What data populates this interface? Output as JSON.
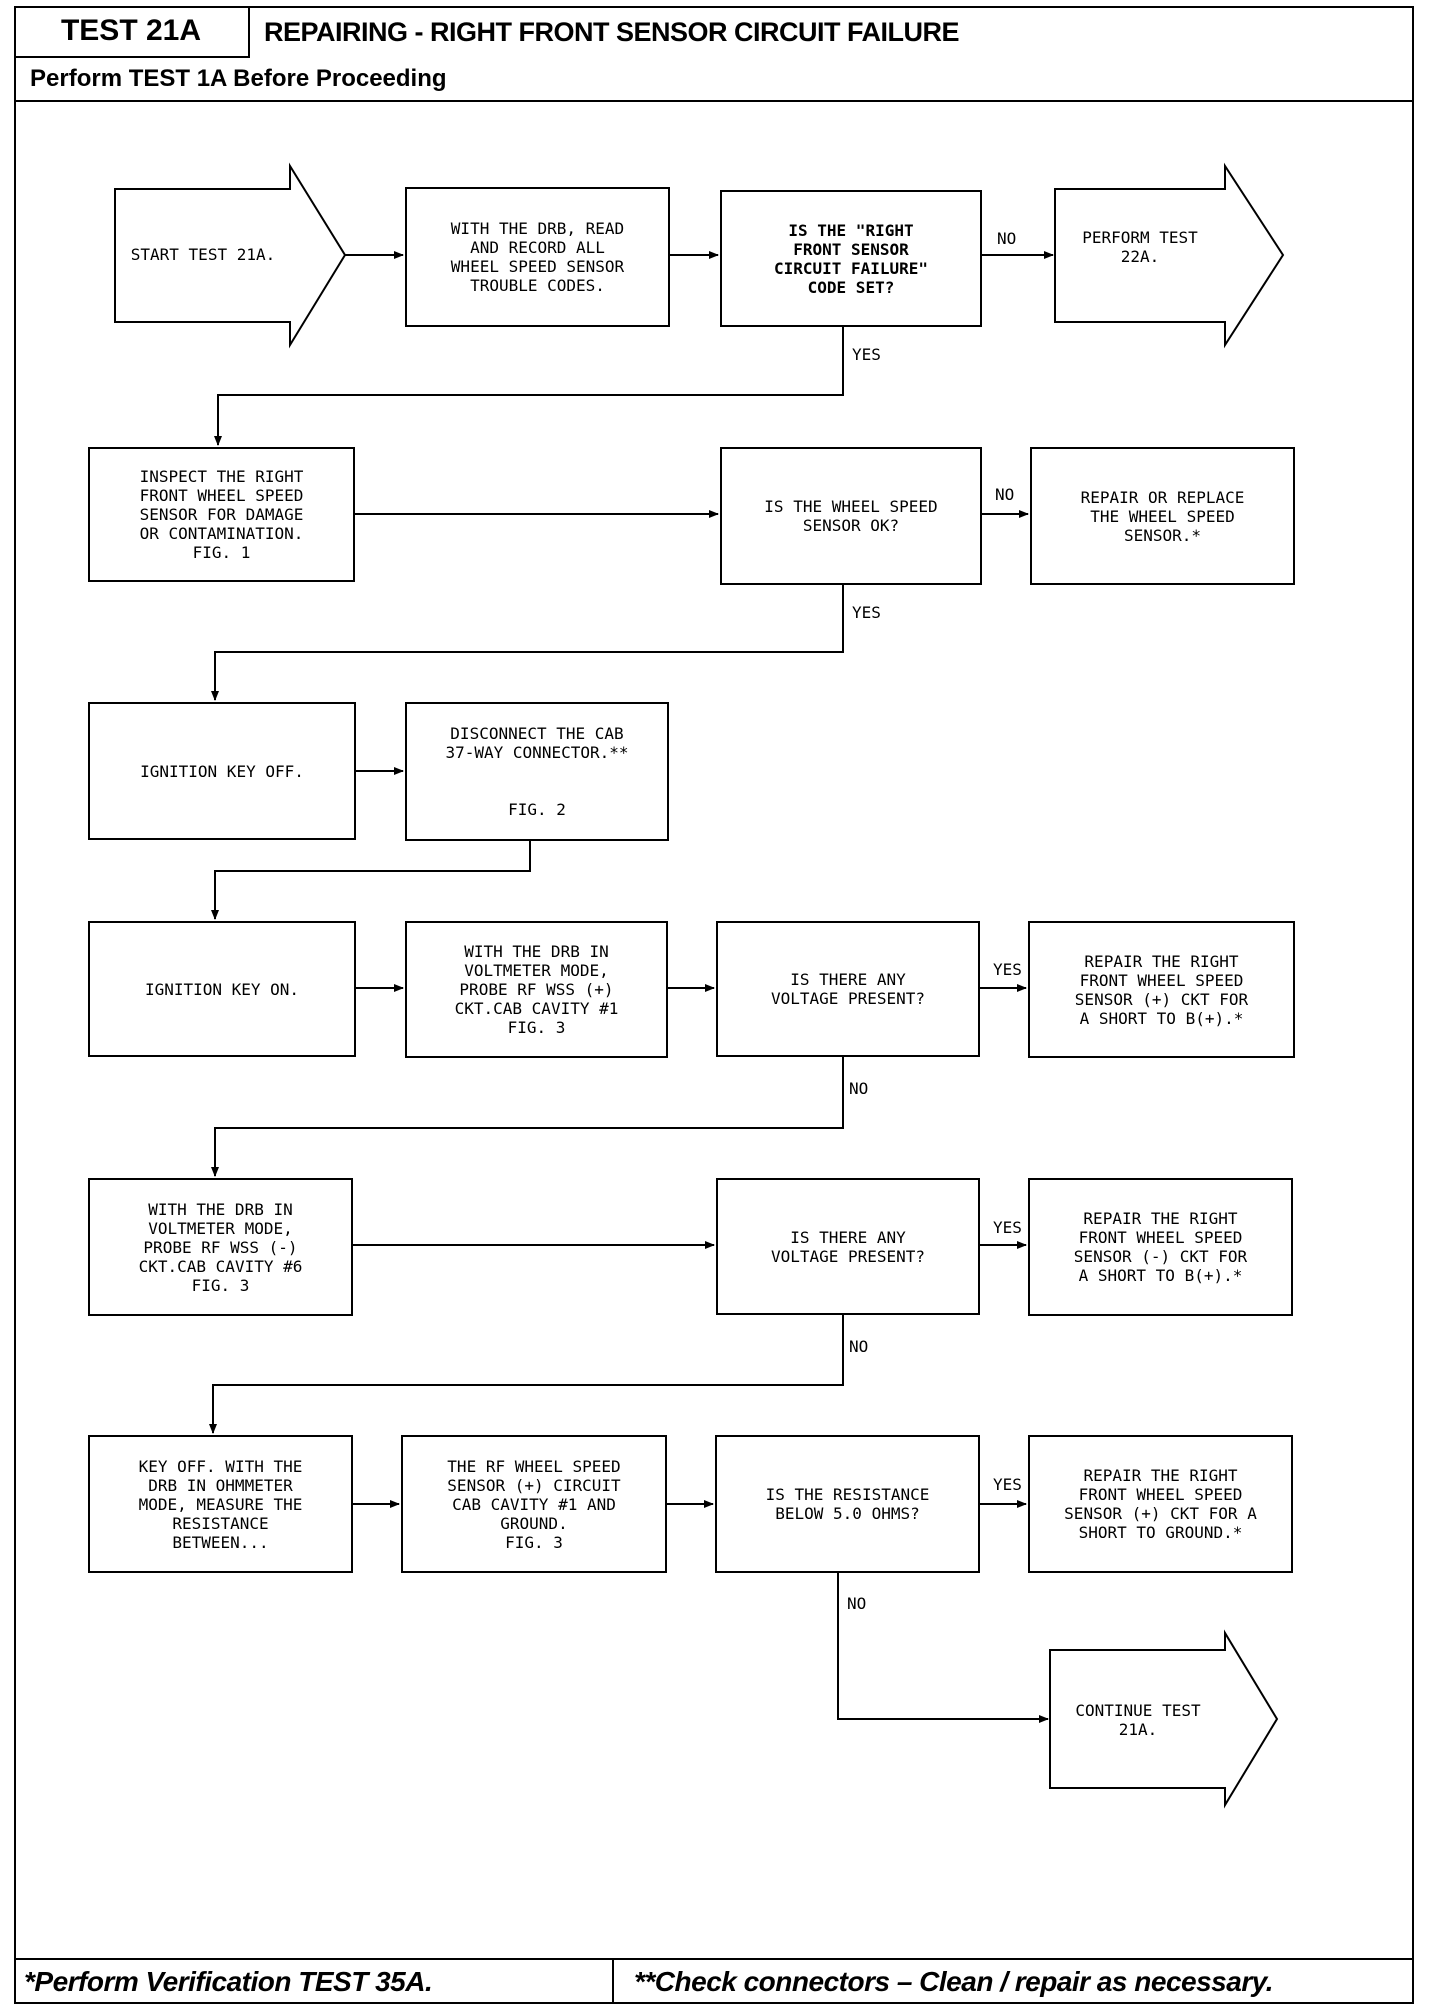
{
  "header": {
    "test_id": "TEST 21A",
    "title": "REPAIRING - RIGHT FRONT SENSOR CIRCUIT FAILURE",
    "prerequisite": "Perform TEST 1A Before Proceeding"
  },
  "flowchart": {
    "start": "START TEST 21A.",
    "read_codes": "WITH THE DRB, READ\nAND RECORD ALL\nWHEEL SPEED SENSOR\nTROUBLE CODES.",
    "q_code_set": "IS THE \"RIGHT\nFRONT SENSOR\nCIRCUIT FAILURE\"\nCODE SET?",
    "perform_22a": "PERFORM TEST\n22A.",
    "inspect_sensor": "INSPECT THE RIGHT\nFRONT WHEEL SPEED\nSENSOR FOR DAMAGE\nOR CONTAMINATION.\nFIG. 1",
    "q_sensor_ok": "IS THE WHEEL SPEED\nSENSOR OK?",
    "repair_sensor": "REPAIR OR REPLACE\nTHE WHEEL SPEED\nSENSOR.*",
    "ignition_off": "IGNITION KEY OFF.",
    "disconnect_cab": "DISCONNECT THE CAB\n37-WAY CONNECTOR.**\n\n\nFIG. 2",
    "ignition_on": "IGNITION KEY ON.",
    "probe_plus": "WITH THE DRB IN\nVOLTMETER MODE,\nPROBE RF WSS (+)\nCKT.CAB CAVITY #1\nFIG. 3",
    "q_voltage_1": "IS THERE ANY\nVOLTAGE PRESENT?",
    "repair_plus_b": "REPAIR THE RIGHT\nFRONT WHEEL SPEED\nSENSOR (+) CKT FOR\nA SHORT TO B(+).*",
    "probe_minus": "WITH THE DRB IN\nVOLTMETER MODE,\nPROBE RF WSS (-)\nCKT.CAB CAVITY #6\nFIG. 3",
    "q_voltage_2": "IS THERE ANY\nVOLTAGE PRESENT?",
    "repair_minus_b": "REPAIR THE RIGHT\nFRONT WHEEL SPEED\nSENSOR (-) CKT FOR\nA SHORT TO B(+).*",
    "ohmmeter": "KEY OFF. WITH THE\nDRB IN OHMMETER\nMODE, MEASURE THE\nRESISTANCE\nBETWEEN...",
    "rf_cavity": "THE RF WHEEL SPEED\nSENSOR (+) CIRCUIT\nCAB CAVITY #1 AND\nGROUND.\nFIG. 3",
    "q_resistance": "IS THE RESISTANCE\nBELOW 5.0 OHMS?",
    "repair_ground": "REPAIR THE RIGHT\nFRONT WHEEL SPEED\nSENSOR (+) CKT FOR A\nSHORT TO GROUND.*",
    "continue_21a": "CONTINUE TEST\n21A."
  },
  "edge_labels": {
    "no_1": "NO",
    "yes_1": "YES",
    "no_2": "NO",
    "yes_2": "YES",
    "yes_3": "YES",
    "no_3": "NO",
    "yes_4": "YES",
    "no_4": "NO",
    "yes_5": "YES",
    "no_5": "NO"
  },
  "footer": {
    "left": "*Perform Verification TEST 35A.",
    "right": "**Check connectors – Clean / repair as necessary."
  }
}
